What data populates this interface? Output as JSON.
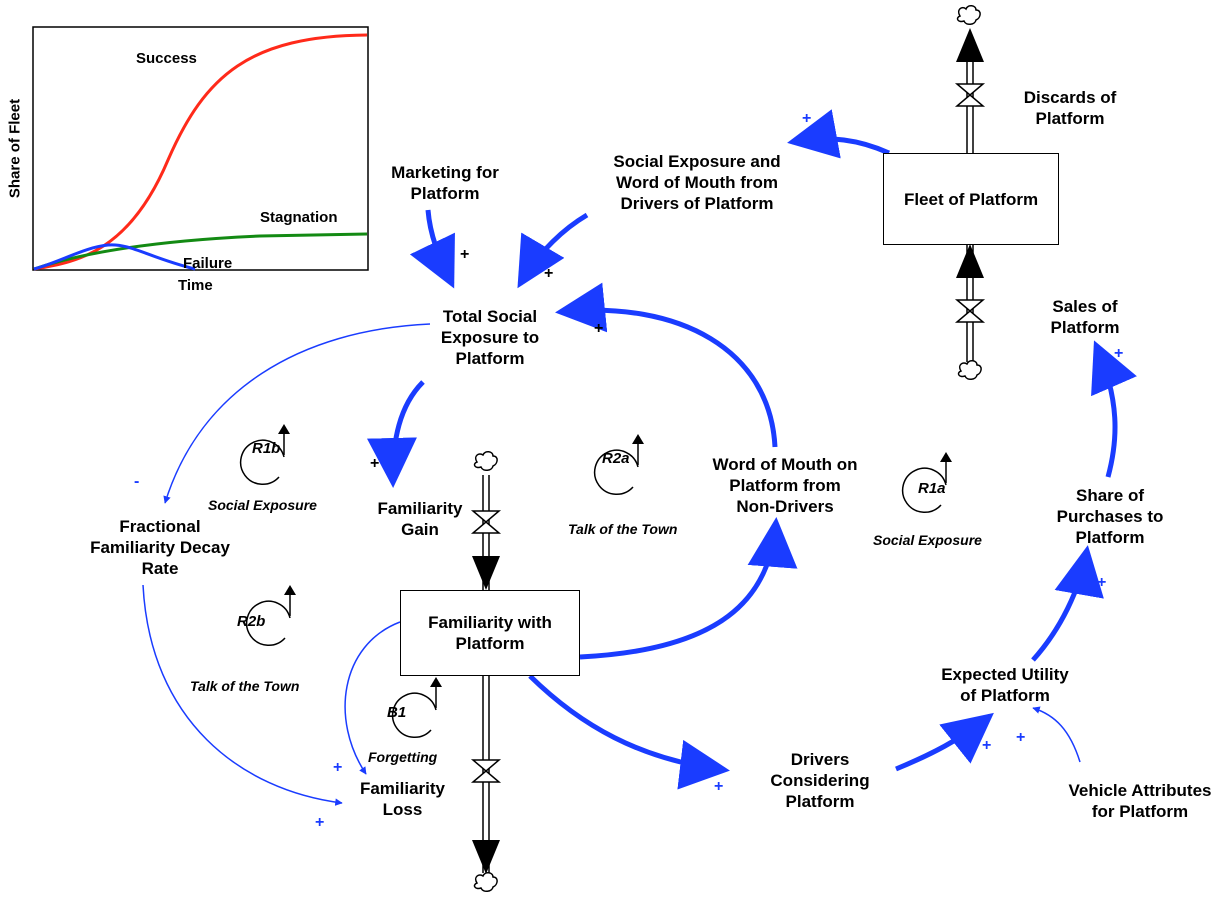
{
  "inset": {
    "ylabel": "Share of Fleet",
    "xlabel": "Time",
    "curves": [
      {
        "name": "Success",
        "color": "#ff2a1a"
      },
      {
        "name": "Stagnation",
        "color": "#138a13"
      },
      {
        "name": "Failure",
        "color": "#1a3cff"
      }
    ]
  },
  "stocks": {
    "fleet": "Fleet of Platform",
    "familiarity": "Familiarity with\nPlatform"
  },
  "variables": {
    "discards": "Discards of\nPlatform",
    "social_exposure_drivers": "Social Exposure and\nWord of Mouth from\nDrivers of Platform",
    "marketing": "Marketing for\nPlatform",
    "total_exposure": "Total Social\nExposure to\nPlatform",
    "sales": "Sales of\nPlatform",
    "familiarity_gain": "Familiarity\nGain",
    "wom_nondrivers": "Word of Mouth on\nPlatform from\nNon-Drivers",
    "share_purchases": "Share of\nPurchases to\nPlatform",
    "decay_rate": "Fractional\nFamiliarity Decay\nRate",
    "expected_utility": "Expected Utility\nof Platform",
    "drivers_considering": "Drivers\nConsidering\nPlatform",
    "familiarity_loss": "Familiarity\nLoss",
    "vehicle_attributes": "Vehicle Attributes\nfor Platform"
  },
  "loops": {
    "r1b": {
      "id": "R1b",
      "title": "Social Exposure"
    },
    "r2a": {
      "id": "R2a",
      "title": "Talk of the Town"
    },
    "r1a": {
      "id": "R1a",
      "title": "Social Exposure"
    },
    "r2b": {
      "id": "R2b",
      "title": "Talk of the Town"
    },
    "b1": {
      "id": "B1",
      "title": "Forgetting"
    }
  },
  "polarity": {
    "plus": "+",
    "minus": "-"
  },
  "colors": {
    "link": "#1a3cff",
    "success": "#ff2a1a",
    "stagnation": "#138a13",
    "failure": "#1a3cff"
  }
}
